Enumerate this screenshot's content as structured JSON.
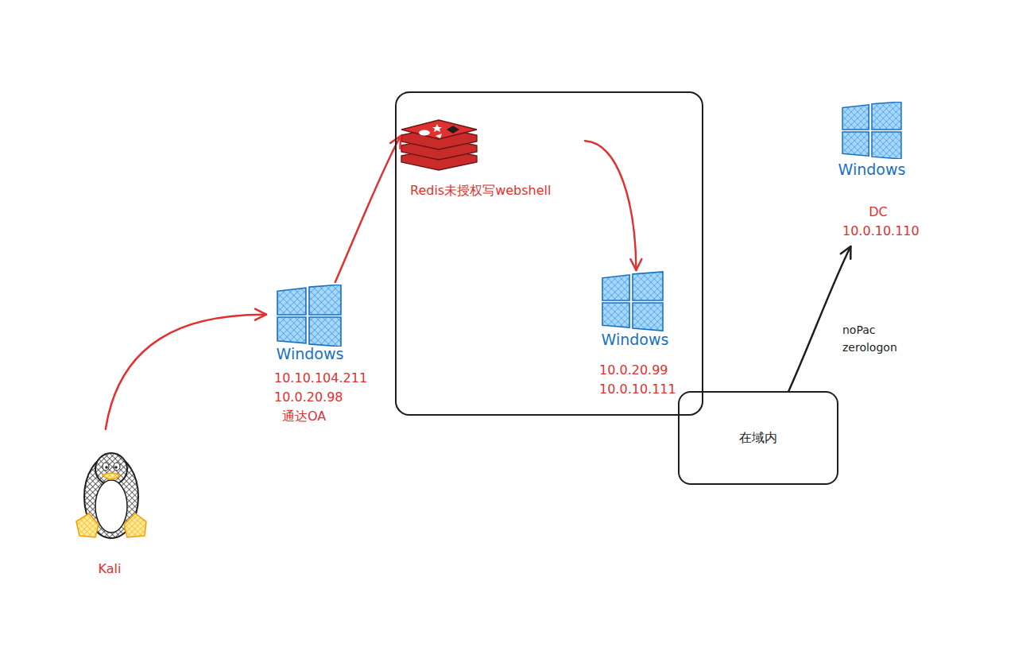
{
  "diagram": {
    "nodes": [
      {
        "text": [
          "Kali"
        ]
      },
      {
        "text": [
          "Windows",
          "10.10.104.211",
          "10.0.20.98",
          "通达OA"
        ]
      },
      {
        "text": []
      },
      {
        "text": [
          "Redis未授权写webshell"
        ],
        "in": 2
      },
      {
        "text": [
          "Windows",
          "10.0.20.99",
          "10.0.10.111"
        ],
        "in": 2
      },
      {
        "text": [
          "在域内"
        ]
      },
      {
        "text": [
          "Windows",
          "DC",
          "10.0.10.110"
        ]
      }
    ],
    "edges": [
      {
        "from": 0,
        "to": 1,
        "arrow": "to"
      },
      {
        "from": 1,
        "to": 3,
        "arrow": "to"
      },
      {
        "from": 3,
        "to": 4,
        "arrow": "to"
      },
      {
        "from": 5,
        "to": 6,
        "arrow": "to",
        "label": "noPac zerologon"
      }
    ]
  }
}
